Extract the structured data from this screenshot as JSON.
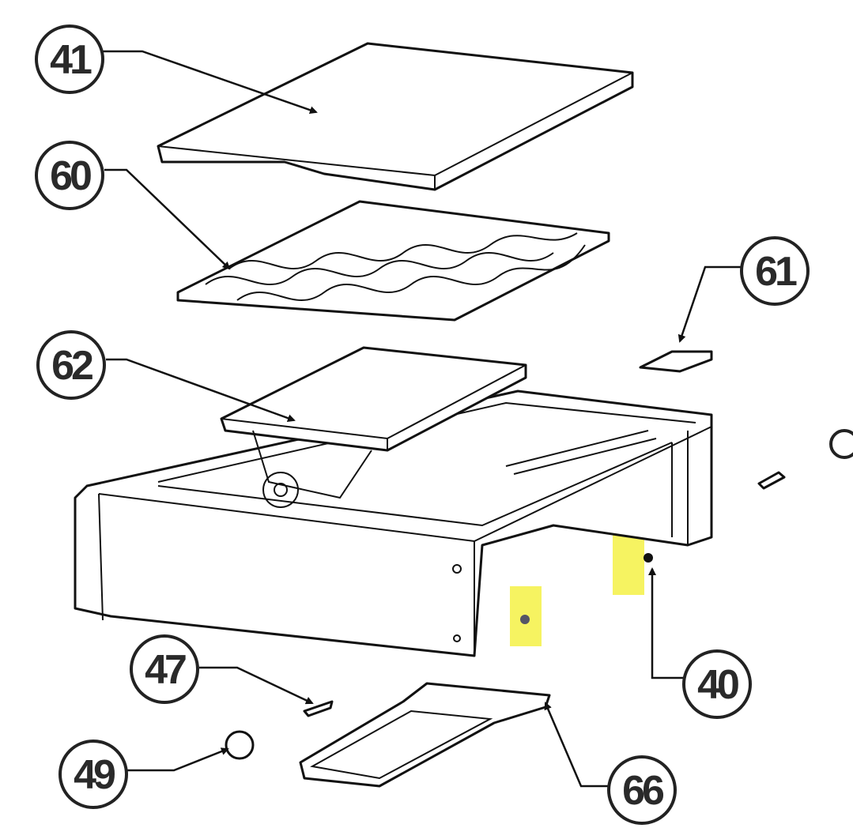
{
  "diagram": {
    "type": "exploded-parts-diagram",
    "callouts": [
      {
        "id": "41",
        "label": "41",
        "part": "lid"
      },
      {
        "id": "60",
        "label": "60",
        "part": "cooking-grate"
      },
      {
        "id": "61",
        "label": "61",
        "part": "bracket"
      },
      {
        "id": "62",
        "label": "62",
        "part": "burner"
      },
      {
        "id": "40",
        "label": "40",
        "part": "screw"
      },
      {
        "id": "47",
        "label": "47",
        "part": "screw"
      },
      {
        "id": "49",
        "label": "49",
        "part": "knob"
      },
      {
        "id": "66",
        "label": "66",
        "part": "grease-tray"
      }
    ],
    "highlight_color": "#f4f03a"
  }
}
